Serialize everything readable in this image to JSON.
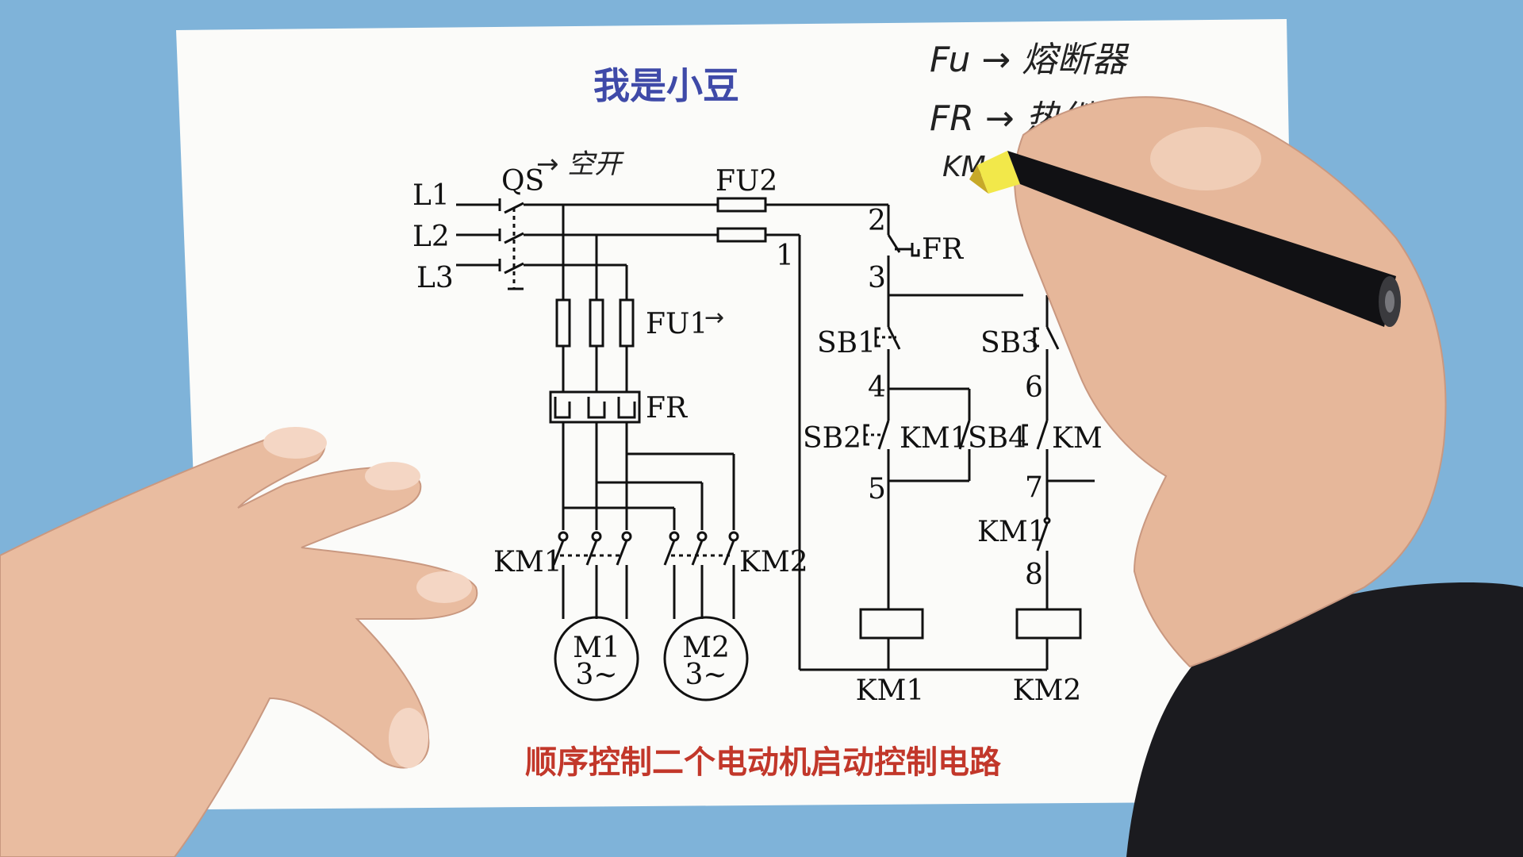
{
  "title": "我是小豆",
  "caption": "顺序控制二个电动机启动控制电路",
  "labels": {
    "l1": "L1",
    "l2": "L2",
    "l3": "L3",
    "qs": "QS",
    "fu1": "FU1",
    "fu2": "FU2",
    "fr_main": "FR",
    "fr_ctrl": "FR",
    "km1_main": "KM1",
    "km2_main": "KM2",
    "m1": "M1",
    "m2": "M2",
    "phase1": "3~",
    "phase2": "3~",
    "sb1": "SB1",
    "sb2": "SB2",
    "sb3": "SB3",
    "sb4": "SB4",
    "km1_aux": "KM1",
    "km1_aux2": "KM1",
    "km2_aux": "KM",
    "n1": "1",
    "n2": "2",
    "n3": "3",
    "n4": "4",
    "n5": "5",
    "n6": "6",
    "n7": "7",
    "n8": "8",
    "coil1": "KM1",
    "coil2": "KM2"
  },
  "handwriting": {
    "qs_note": "→ 空开",
    "fu1_note": "→",
    "note1": "Fu → 熔断器",
    "note2": "FR → 热继",
    "note3": "KM"
  },
  "colors": {
    "background": "#7fb3d9",
    "paper": "#fbfbf9",
    "title": "#3f4aa8",
    "caption": "#c2372a",
    "line": "#111111"
  }
}
